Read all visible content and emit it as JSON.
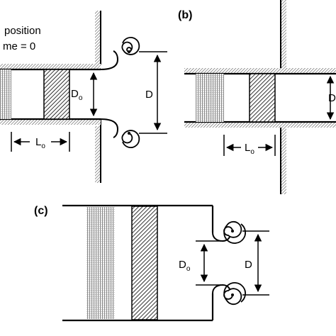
{
  "panels": {
    "a": {
      "caption_line1": "position",
      "caption_line2": "me = 0",
      "label_Do": "D",
      "label_Do_sub": "o",
      "label_D": "D",
      "label_Lo": "L",
      "label_Lo_sub": "o"
    },
    "b": {
      "tag": "(b)",
      "label_D_partial": "D",
      "label_Lo": "L",
      "label_Lo_sub": "o"
    },
    "c": {
      "tag": "(c)",
      "label_Do": "D",
      "label_Do_sub": "o",
      "label_D": "D"
    }
  },
  "colors": {
    "line": "#000000",
    "wall_hatch": "#7a7a7a",
    "stipple": "#9a9a9a"
  }
}
